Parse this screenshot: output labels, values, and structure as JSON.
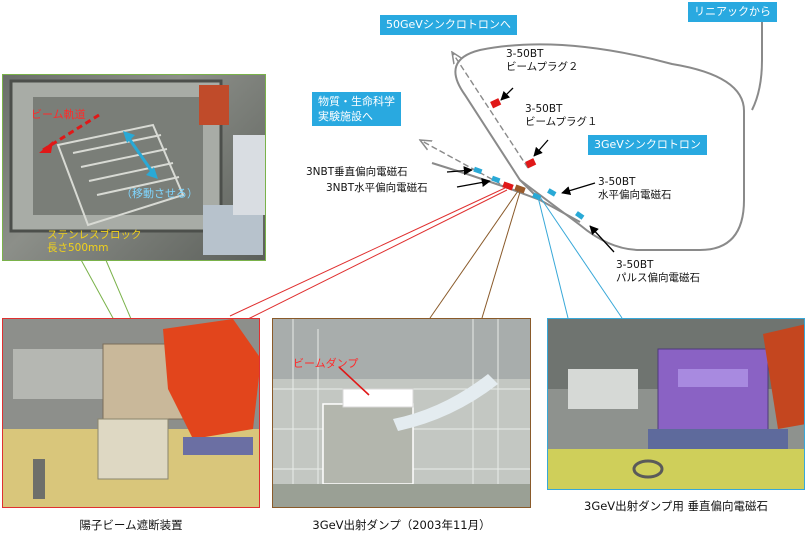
{
  "callouts": {
    "synchrotron_50gev": "50GeVシンクロトロンへ",
    "from_linac": "リニアックから",
    "materials_life": "物質・生命科学\n実験施設へ",
    "synchrotron_3gev": "3GeVシンクロトロン"
  },
  "labels": {
    "plug2": "3-50BT\nビームプラグ２",
    "plug1": "3-50BT\nビームプラグ１",
    "vertical_3nbt": "3NBT垂直偏向電磁石",
    "horizontal_3nbt": "3NBT水平偏向電磁石",
    "horizontal_3_50bt": "3-50BT\n水平偏向電磁石",
    "pulse_3_50bt": "3-50BT\nパルス偏向電磁石"
  },
  "photo_labels": {
    "beam_orbit": "ビーム軌道",
    "movable": "（移動させる）",
    "stainless_block": "ステンレスブロック\n長さ500mm",
    "beam_dump": "ビームダンプ"
  },
  "captions": {
    "shutter": "陽子ビーム遮断装置",
    "dump": "3GeV出射ダンプ（2003年11月）",
    "magnet": "3GeV出射ダンプ用 垂直偏向電磁石"
  },
  "colors": {
    "callout_bg": "#29a9e0",
    "beamline": "#8a8a8a",
    "plug_red": "#e01818",
    "magnet_cyan": "#29a9d6",
    "dump_brown": "#9a5a2a",
    "green_frame": "#7ab24a",
    "red_frame": "#e03030",
    "brown_frame": "#8a5a2a",
    "cyan_frame": "#38a8d8"
  }
}
